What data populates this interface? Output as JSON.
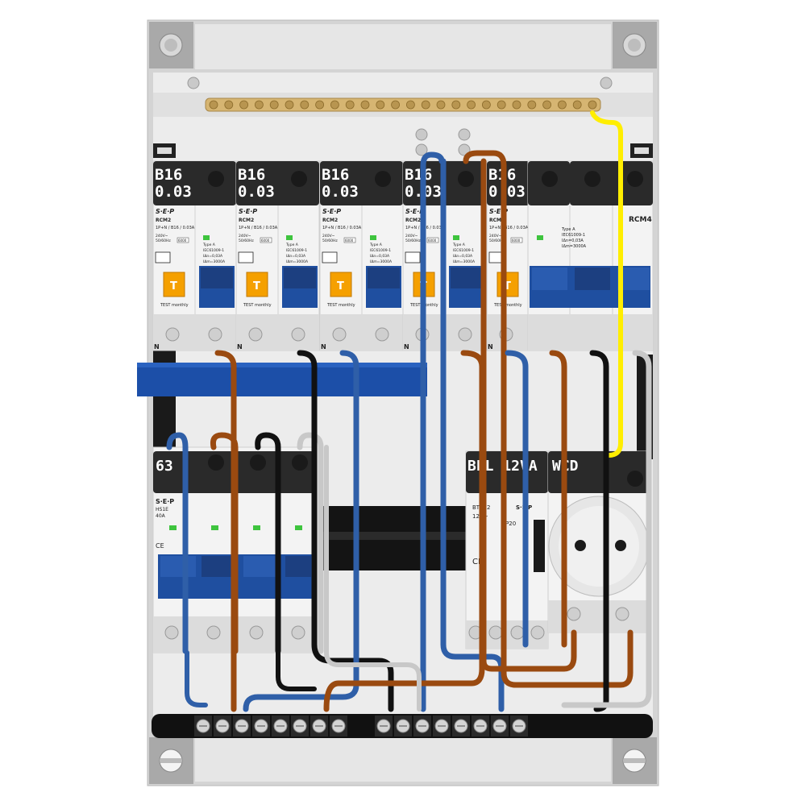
{
  "rcbo_modules": [
    {
      "rating": "B16",
      "sensitivity": "0.03",
      "brand": "S·E·P",
      "model": "RCM2",
      "spec": "1P+N / B16 / 0.03A",
      "voltage": "240V~",
      "freq": "50/60Hz",
      "code": "6000",
      "type_label": "Type A",
      "std": "IEC61009-1",
      "idn": "IΔn=0,03A",
      "icn": "IΔm=3000A",
      "test": "TEST monthly",
      "test_key": "T",
      "n_label": "N"
    },
    {
      "rating": "B16",
      "sensitivity": "0.03",
      "brand": "S·E·P",
      "model": "RCM2",
      "spec": "1P+N / B16 / 0.03A",
      "voltage": "240V~",
      "freq": "50/60Hz",
      "code": "6000",
      "type_label": "Type A",
      "std": "IEC61009-1",
      "idn": "IΔn=0,03A",
      "icn": "IΔm=3000A",
      "test": "TEST monthly",
      "test_key": "T",
      "n_label": "N"
    },
    {
      "rating": "B16",
      "sensitivity": "0.03",
      "brand": "S·E·P",
      "model": "RCM2",
      "spec": "1P+N / B16 / 0.03A",
      "voltage": "240V~",
      "freq": "50/60Hz",
      "code": "6000",
      "type_label": "Type A",
      "std": "IEC61009-1",
      "idn": "IΔn=0,03A",
      "icn": "IΔm=3000A",
      "test": "TEST monthly",
      "test_key": "T",
      "n_label": "N"
    },
    {
      "rating": "B16",
      "sensitivity": "0.03",
      "brand": "S·E·P",
      "model": "RCM2",
      "spec": "1P+N / B16 / 0.03A",
      "voltage": "240V~",
      "freq": "50/60Hz",
      "code": "6000",
      "type_label": "Type A",
      "std": "IEC61009-1",
      "idn": "IΔn=0,03A",
      "icn": "IΔm=3000A",
      "test": "TEST monthly",
      "test_key": "T",
      "n_label": "N"
    },
    {
      "rating": "B16",
      "sensitivity": "0.03",
      "brand": "S·E·P",
      "model": "RCM2",
      "spec": "1P+N / B16 / 0.03A",
      "voltage": "240V~",
      "freq": "50/60Hz",
      "code": "6000",
      "type_label": "Type A",
      "std": "IEC61009-1",
      "idn": "IΔn=0,03A",
      "icn": "IΔm=3000A",
      "test": "TEST monthly",
      "test_key": "T",
      "n_label": "N"
    }
  ],
  "rcm4": {
    "model": "RCM4",
    "type_label": "Type A",
    "std": "IEC61009-1",
    "idn": "IΔn=0,03A",
    "icn": "IΔm=3000A"
  },
  "main_switch": {
    "rating": "63",
    "brand": "S·E·P",
    "model": "HS1E",
    "current": "40A",
    "ce": "CE"
  },
  "bell_transformer": {
    "label": "BEL 12VA",
    "brand": "S·E·P",
    "model": "BT012",
    "voltage": "12V~",
    "ip": "IP20",
    "ce": "CE"
  },
  "socket": {
    "label": "WCD"
  },
  "colors": {
    "phase_brown": "#9a4a10",
    "neutral_blue": "#2f5fa8",
    "phase_black": "#111111",
    "phase_grey": "#c8c8c8",
    "earth_yellow": "#ffee00",
    "module_blue": "#1f4fa0",
    "label_dark": "#2a2a2a",
    "test_orange": "#f5a000",
    "comb_blue": "#1c4fa8",
    "brass": "#d6b572"
  }
}
